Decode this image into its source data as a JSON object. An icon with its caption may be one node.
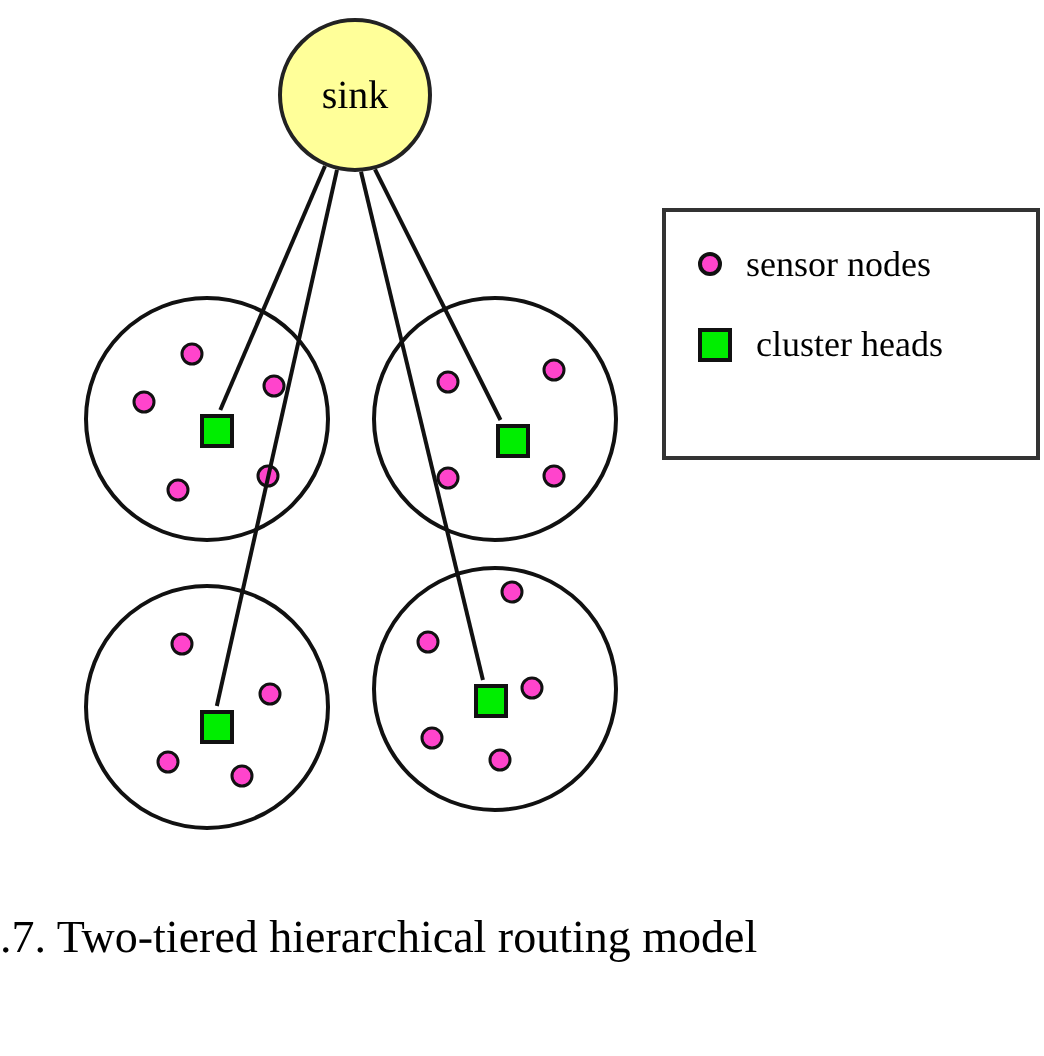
{
  "diagram": {
    "caption": ".7. Two-tiered hierarchical routing model",
    "nodes": [
      {
        "text": [
          "sink"
        ]
      },
      {
        "text": [],
        "shape": "circle"
      },
      {
        "text": [],
        "shape": "circle"
      },
      {
        "text": [],
        "shape": "circle"
      },
      {
        "text": [],
        "shape": "circle"
      },
      {
        "text": [],
        "shape": "box",
        "in": 1
      },
      {
        "text": [],
        "shape": "box",
        "in": 2
      },
      {
        "text": [],
        "shape": "box",
        "in": 3
      },
      {
        "text": [],
        "shape": "box",
        "in": 4
      }
    ],
    "edges": [
      {
        "from": 0,
        "to": 5,
        "arrow": "none"
      },
      {
        "from": 0,
        "to": 7,
        "arrow": "none"
      },
      {
        "from": 0,
        "to": 8,
        "arrow": "none"
      },
      {
        "from": 0,
        "to": 6,
        "arrow": "none"
      }
    ],
    "legend": [
      {
        "text": "sensor nodes",
        "color": "#ff44cc"
      },
      {
        "text": "cluster heads",
        "color": "#00ee00"
      }
    ]
  }
}
